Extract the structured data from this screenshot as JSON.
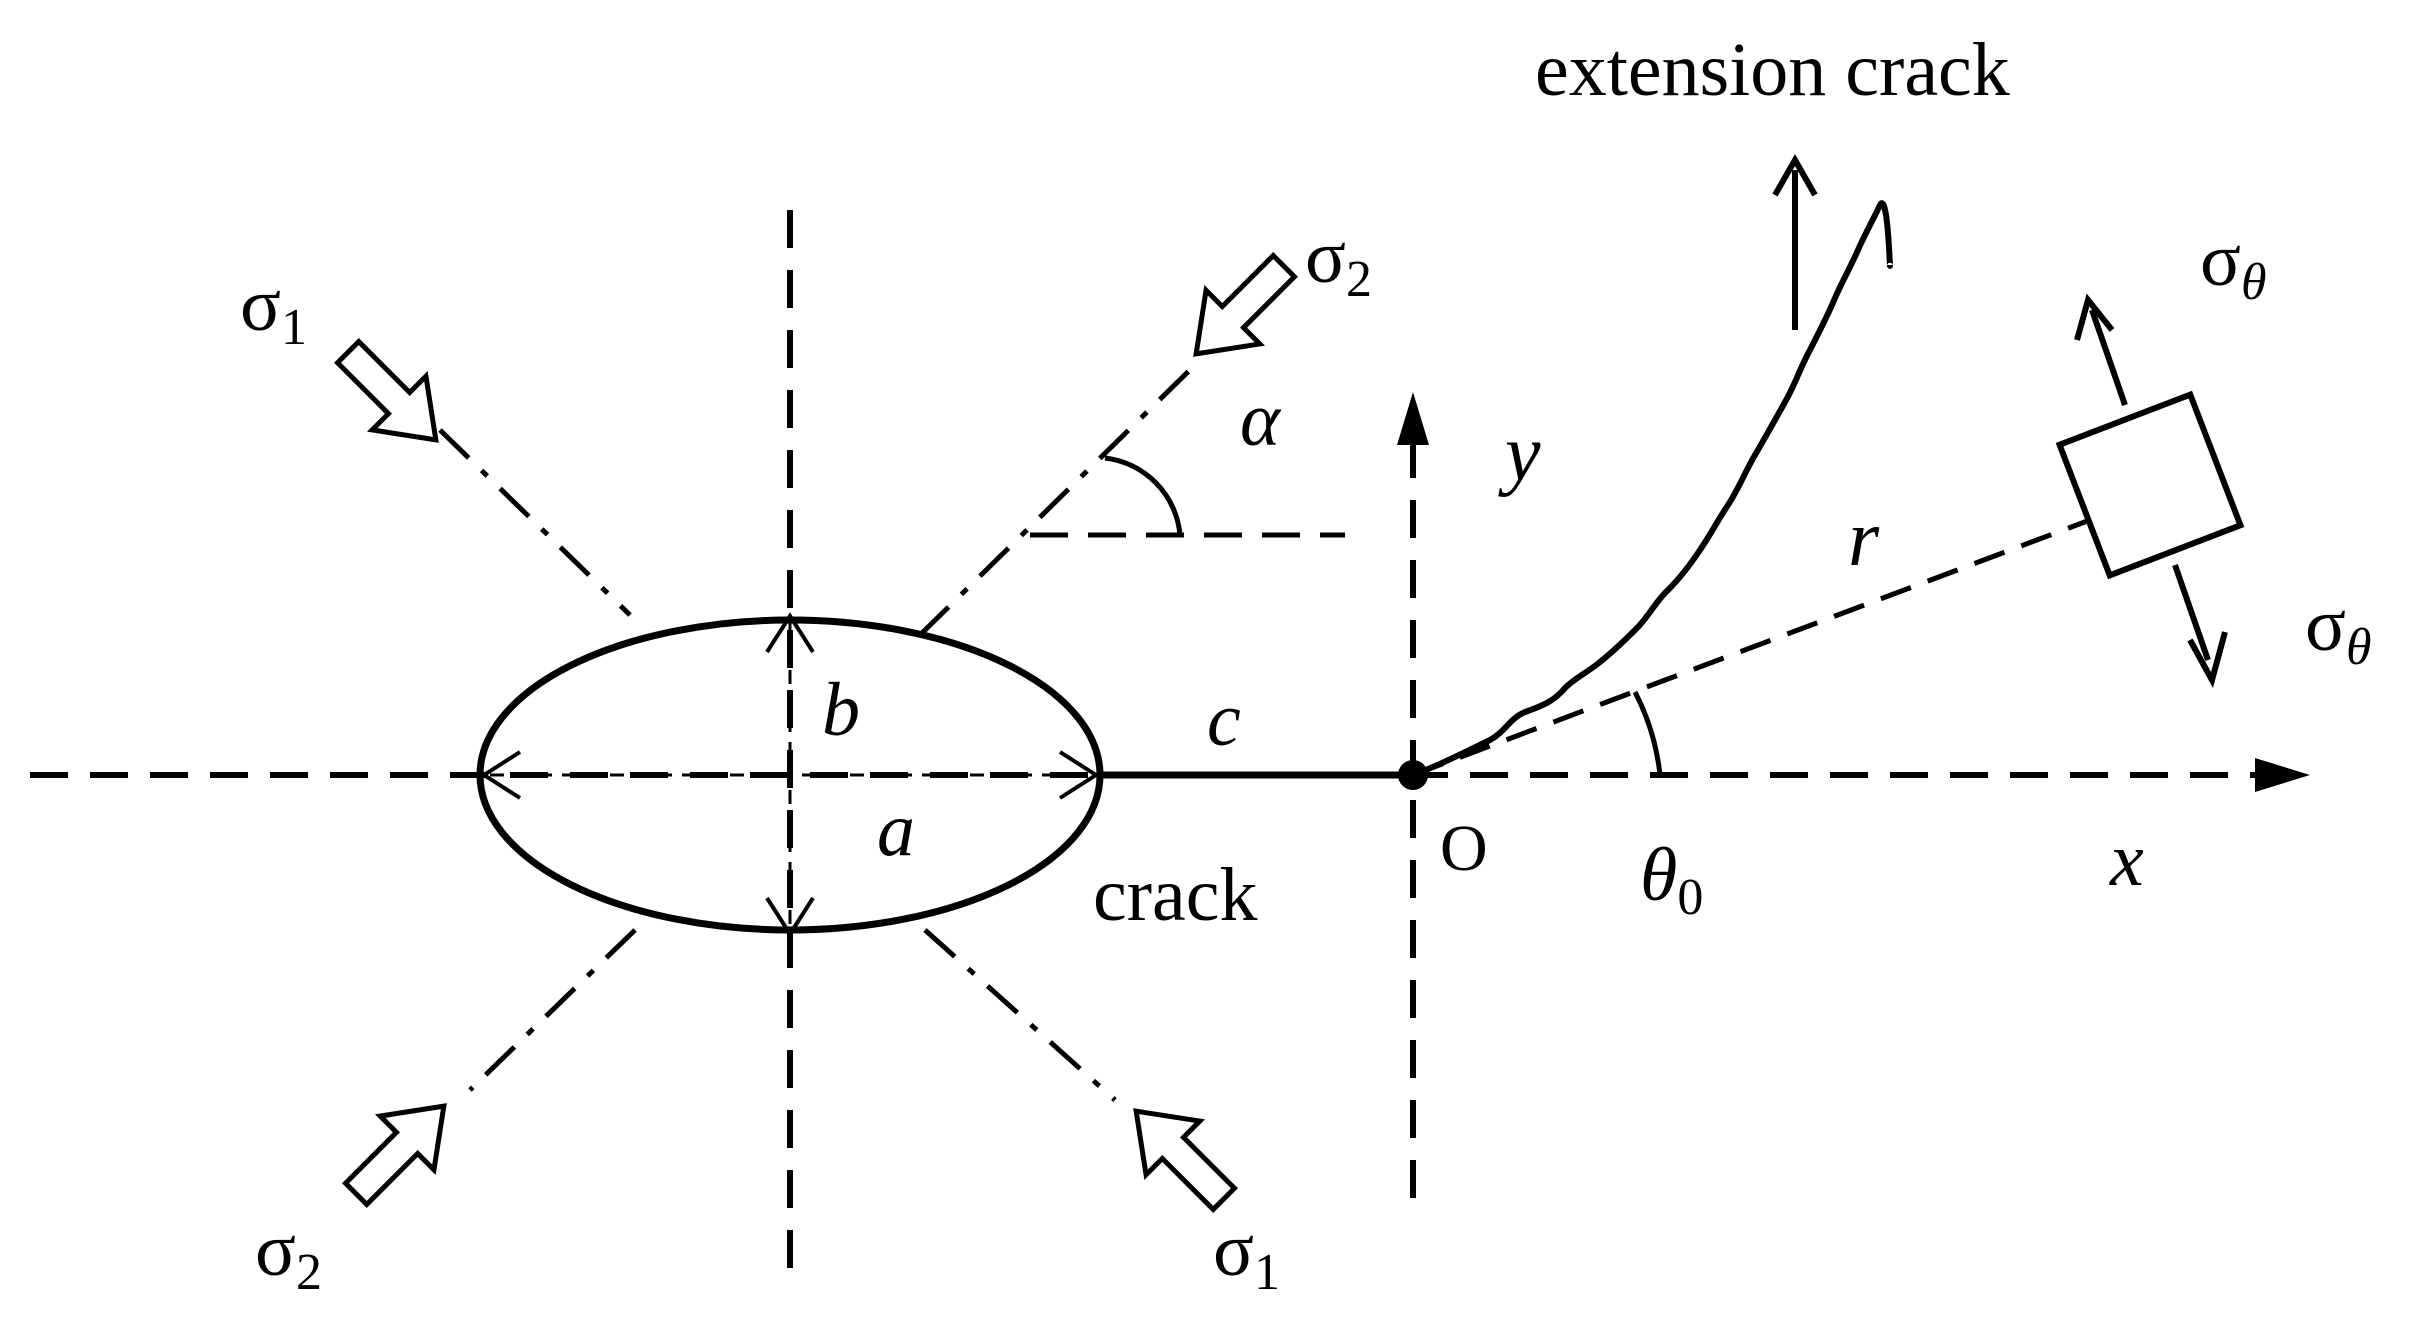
{
  "labels": {
    "extension_crack": "extension crack",
    "crack": "crack",
    "origin": "O",
    "x_axis": "x",
    "y_axis": "y",
    "semi_major": "a",
    "semi_minor": "b",
    "crack_length": "c",
    "radius": "r",
    "alpha": "α",
    "theta0_base": "θ",
    "theta0_sub": "0",
    "sigma_theta_base": "σ",
    "sigma_theta_sub": "θ",
    "sigma1_base": "σ",
    "sigma1_sub": "1",
    "sigma2_base": "σ",
    "sigma2_sub": "2"
  },
  "colors": {
    "ink": "#000000",
    "background": "#ffffff"
  }
}
